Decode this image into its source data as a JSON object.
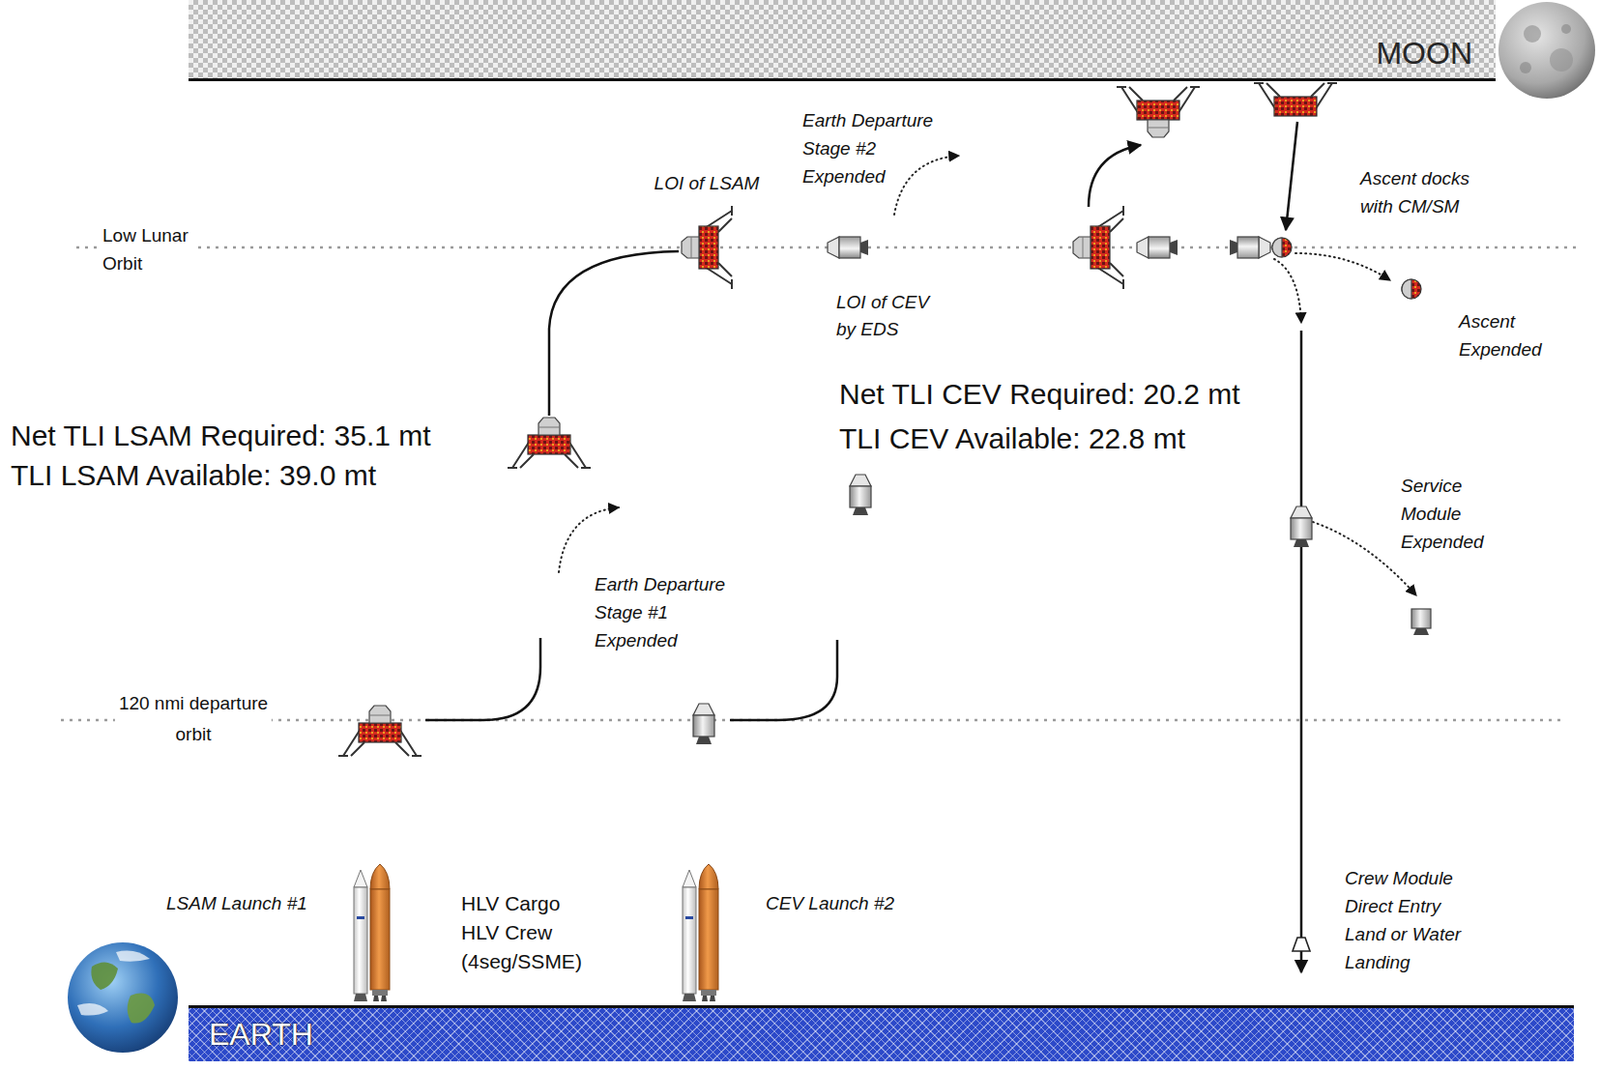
{
  "diagram": {
    "nodes": [
      {
        "text": [
          "MOON"
        ]
      },
      {
        "text": [
          "EARTH"
        ]
      }
    ],
    "labels": [
      "Earth Departure Stage #2 Expended",
      "LOI of LSAM",
      "Ascent docks with CM/SM",
      "Low Lunar Orbit",
      "LOI of CEV by EDS",
      "Ascent Expended",
      "Net TLI CEV Required: 20.2 mt",
      "TLI CEV Available: 22.8 mt",
      "Net TLI LSAM Required: 35.1 mt",
      "TLI LSAM Available: 39.0 mt",
      "Service Module Expended",
      "Earth Departure Stage #1 Expended",
      "120 nmi departure orbit",
      "Crew Module Direct Entry Land or Water Landing",
      "LSAM Launch #1",
      "HLV Cargo HLV Crew (4seg/SSME)",
      "CEV Launch #2"
    ]
  }
}
